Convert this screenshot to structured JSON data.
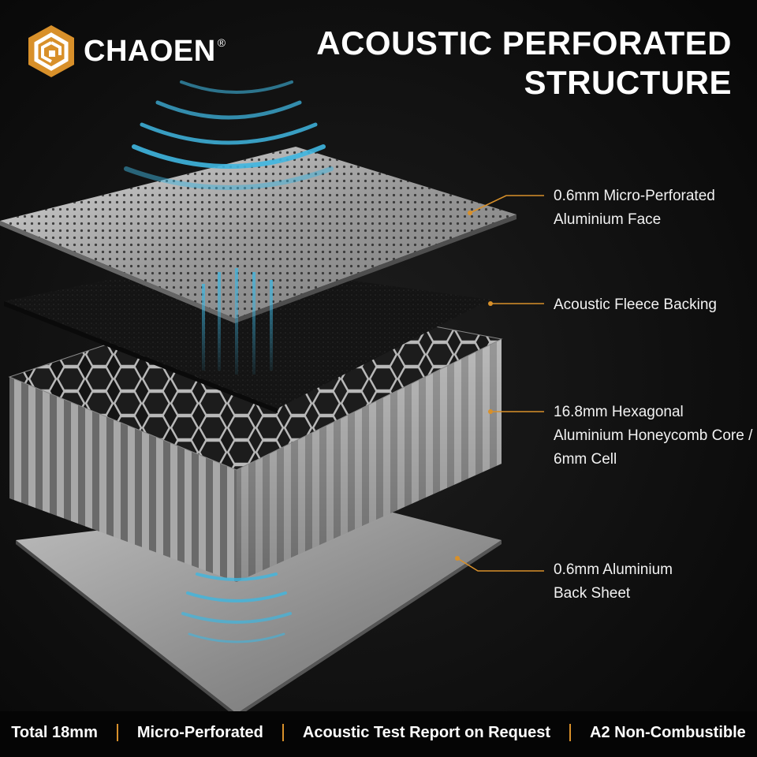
{
  "brand": {
    "name": "CHAOEN",
    "registered": "®"
  },
  "title": {
    "line1": "ACOUSTIC PERFORATED",
    "line2": "STRUCTURE"
  },
  "layers": [
    {
      "line1": "0.6mm Micro-Perforated",
      "line2": "Aluminium Face"
    },
    {
      "line1": "Acoustic Fleece Backing"
    },
    {
      "line1": "16.8mm Hexagonal",
      "line2": "Aluminium Honeycomb Core /",
      "line3": "6mm Cell"
    },
    {
      "line1": "0.6mm Aluminium",
      "line2": "Back Sheet"
    }
  ],
  "footer": {
    "items": [
      "Total 18mm",
      "Micro-Perforated",
      "Acoustic Test Report on Request",
      "A2 Non-Combustible"
    ]
  },
  "colors": {
    "accent": "#d8902a",
    "wave": "#3fb6e0",
    "background": "#0b0b0b"
  }
}
